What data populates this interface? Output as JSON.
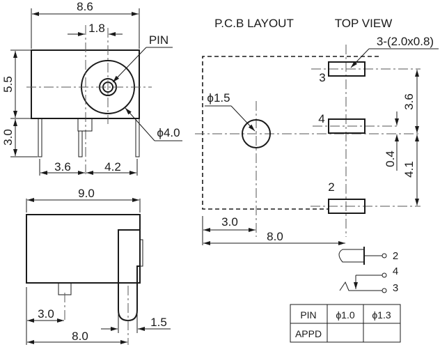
{
  "front_view": {
    "width_dim": "8.6",
    "pin_offset_dim": "1.8",
    "pin_label": "PIN",
    "height_dim": "5.5",
    "leg_dim": "3.0",
    "leg_left_dim": "3.6",
    "leg_right_dim": "4.2",
    "diameter_label": "ϕ4.0"
  },
  "side_view": {
    "width_dim": "9.0",
    "pin_pos_dim": "3.0",
    "lead_pos_dim": "8.0",
    "lead_width_dim": "1.5"
  },
  "pcb_layout": {
    "title": "P.C.B LAYOUT",
    "subtitle": "TOP VIEW",
    "pad_spec": "3-(2.0x0.8)",
    "hole_label": "ϕ1.5",
    "pads": [
      {
        "number": "3"
      },
      {
        "number": "4"
      },
      {
        "number": "2"
      }
    ],
    "dim_3_6": "3.6",
    "dim_0_4": "0.4",
    "dim_4_1": "4.1",
    "dim_3_0": "3.0",
    "dim_8_0": "8.0"
  },
  "schematic": {
    "pins": [
      {
        "number": "2"
      },
      {
        "number": "4"
      },
      {
        "number": "3"
      }
    ]
  },
  "pin_table": {
    "headers": [
      "PIN",
      "ϕ1.0",
      "ϕ1.3"
    ],
    "rows": [
      [
        "APPD",
        "",
        ""
      ]
    ]
  },
  "colors": {
    "ink": "#1a1a1a",
    "centerline": "#555555",
    "background": "#ffffff"
  }
}
